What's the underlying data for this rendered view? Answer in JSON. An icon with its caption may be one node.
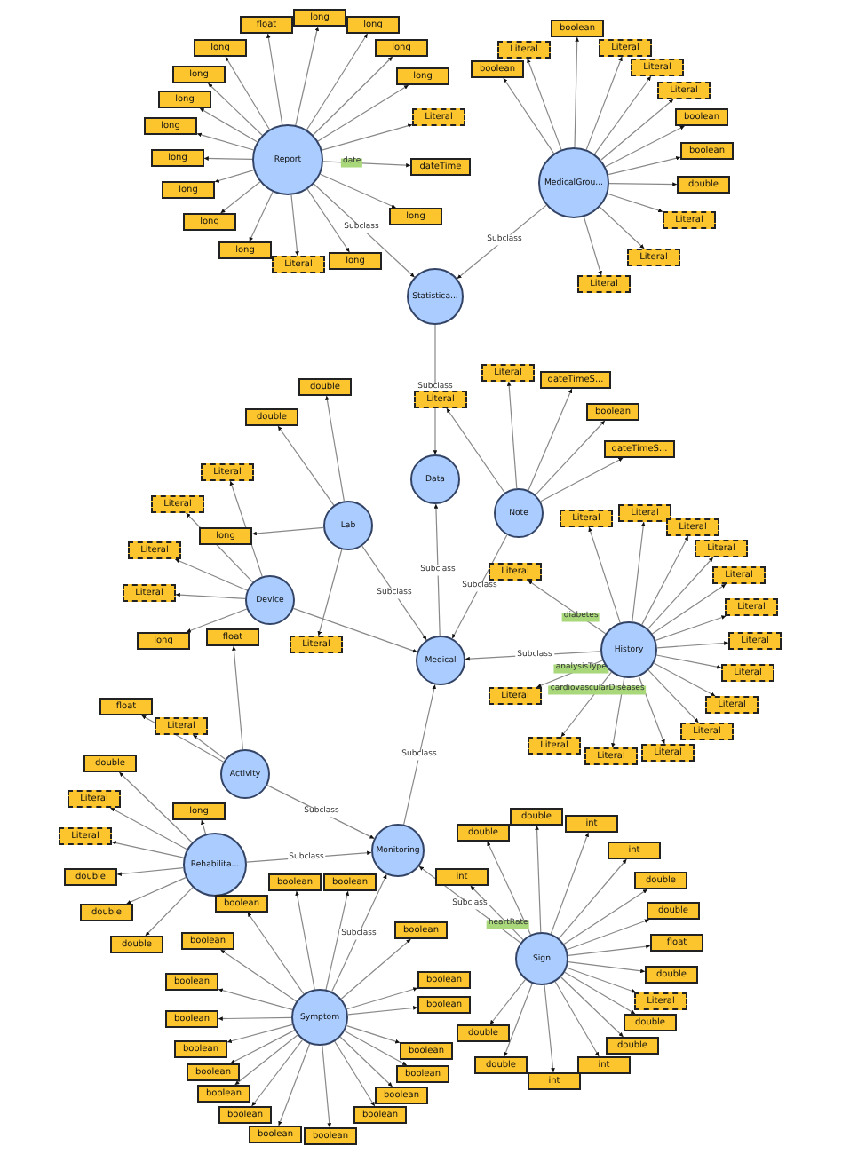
{
  "diagram": {
    "nodes": [
      {
        "text": [
          "Report"
        ]
      },
      {
        "text": [
          "MedicalGrou..."
        ]
      },
      {
        "text": [
          "Statistica..."
        ]
      },
      {
        "text": [
          "Data"
        ]
      },
      {
        "text": [
          "Lab"
        ]
      },
      {
        "text": [
          "Note"
        ]
      },
      {
        "text": [
          "Device"
        ]
      },
      {
        "text": [
          "Medical"
        ]
      },
      {
        "text": [
          "History"
        ]
      },
      {
        "text": [
          "Activity"
        ]
      },
      {
        "text": [
          "Rehabilita..."
        ]
      },
      {
        "text": [
          "Monitoring"
        ]
      },
      {
        "text": [
          "Symptom"
        ]
      },
      {
        "text": [
          "Sign"
        ]
      },
      {
        "text": [
          "long"
        ]
      },
      {
        "text": [
          "float"
        ]
      },
      {
        "text": [
          "long"
        ]
      },
      {
        "text": [
          "long"
        ]
      },
      {
        "text": [
          "long"
        ]
      },
      {
        "text": [
          "long"
        ]
      },
      {
        "text": [
          "long"
        ]
      },
      {
        "text": [
          "Literal"
        ]
      },
      {
        "text": [
          "long"
        ]
      },
      {
        "text": [
          "long"
        ]
      },
      {
        "text": [
          "dateTime"
        ]
      },
      {
        "text": [
          "long"
        ]
      },
      {
        "text": [
          "long"
        ]
      },
      {
        "text": [
          "long"
        ]
      },
      {
        "text": [
          "long"
        ]
      },
      {
        "text": [
          "long"
        ]
      },
      {
        "text": [
          "Literal"
        ]
      },
      {
        "text": [
          "long"
        ]
      },
      {
        "text": [
          "boolean"
        ]
      },
      {
        "text": [
          "Literal"
        ]
      },
      {
        "text": [
          "boolean"
        ]
      },
      {
        "text": [
          "Literal"
        ]
      },
      {
        "text": [
          "Literal"
        ]
      },
      {
        "text": [
          "Literal"
        ]
      },
      {
        "text": [
          "boolean"
        ]
      },
      {
        "text": [
          "boolean"
        ]
      },
      {
        "text": [
          "double"
        ]
      },
      {
        "text": [
          "Literal"
        ]
      },
      {
        "text": [
          "Literal"
        ]
      },
      {
        "text": [
          "Literal"
        ]
      },
      {
        "text": [
          "Literal"
        ]
      },
      {
        "text": [
          "Literal"
        ]
      },
      {
        "text": [
          "dateTimeS..."
        ]
      },
      {
        "text": [
          "boolean"
        ]
      },
      {
        "text": [
          "dateTimeS..."
        ]
      },
      {
        "text": [
          "double"
        ]
      },
      {
        "text": [
          "double"
        ]
      },
      {
        "text": [
          "Literal"
        ]
      },
      {
        "text": [
          "Literal"
        ]
      },
      {
        "text": [
          "long"
        ]
      },
      {
        "text": [
          "Literal"
        ]
      },
      {
        "text": [
          "Literal"
        ]
      },
      {
        "text": [
          "Literal"
        ]
      },
      {
        "text": [
          "long"
        ]
      },
      {
        "text": [
          "float"
        ]
      },
      {
        "text": [
          "Literal"
        ]
      },
      {
        "text": [
          "Literal"
        ]
      },
      {
        "text": [
          "Literal"
        ]
      },
      {
        "text": [
          "Literal"
        ]
      },
      {
        "text": [
          "Literal"
        ]
      },
      {
        "text": [
          "Literal"
        ]
      },
      {
        "text": [
          "Literal"
        ]
      },
      {
        "text": [
          "Literal"
        ]
      },
      {
        "text": [
          "Literal"
        ]
      },
      {
        "text": [
          "Literal"
        ]
      },
      {
        "text": [
          "Literal"
        ]
      },
      {
        "text": [
          "Literal"
        ]
      },
      {
        "text": [
          "Literal"
        ]
      },
      {
        "text": [
          "Literal"
        ]
      },
      {
        "text": [
          "Literal"
        ]
      },
      {
        "text": [
          "float"
        ]
      },
      {
        "text": [
          "Literal"
        ]
      },
      {
        "text": [
          "double"
        ]
      },
      {
        "text": [
          "Literal"
        ]
      },
      {
        "text": [
          "Literal"
        ]
      },
      {
        "text": [
          "long"
        ]
      },
      {
        "text": [
          "double"
        ]
      },
      {
        "text": [
          "double"
        ]
      },
      {
        "text": [
          "double"
        ]
      },
      {
        "text": [
          "double"
        ]
      },
      {
        "text": [
          "double"
        ]
      },
      {
        "text": [
          "int"
        ]
      },
      {
        "text": [
          "int"
        ]
      },
      {
        "text": [
          "int"
        ]
      },
      {
        "text": [
          "double"
        ]
      },
      {
        "text": [
          "double"
        ]
      },
      {
        "text": [
          "float"
        ]
      },
      {
        "text": [
          "double"
        ]
      },
      {
        "text": [
          "Literal"
        ]
      },
      {
        "text": [
          "double"
        ]
      },
      {
        "text": [
          "double"
        ]
      },
      {
        "text": [
          "int"
        ]
      },
      {
        "text": [
          "int"
        ]
      },
      {
        "text": [
          "double"
        ]
      },
      {
        "text": [
          "double"
        ]
      },
      {
        "text": [
          "boolean"
        ]
      },
      {
        "text": [
          "boolean"
        ]
      },
      {
        "text": [
          "boolean"
        ]
      },
      {
        "text": [
          "boolean"
        ]
      },
      {
        "text": [
          "boolean"
        ]
      },
      {
        "text": [
          "boolean"
        ]
      },
      {
        "text": [
          "boolean"
        ]
      },
      {
        "text": [
          "boolean"
        ]
      },
      {
        "text": [
          "boolean"
        ]
      },
      {
        "text": [
          "boolean"
        ]
      },
      {
        "text": [
          "boolean"
        ]
      },
      {
        "text": [
          "boolean"
        ]
      },
      {
        "text": [
          "boolean"
        ]
      },
      {
        "text": [
          "boolean"
        ]
      },
      {
        "text": [
          "boolean"
        ]
      },
      {
        "text": [
          "boolean"
        ]
      },
      {
        "text": [
          "boolean"
        ]
      },
      {
        "text": [
          "boolean"
        ]
      },
      {
        "text": [
          "boolean"
        ]
      }
    ],
    "edges": [
      {
        "from": 0,
        "to": 2,
        "arrow": "to",
        "label": "Subclass"
      },
      {
        "from": 1,
        "to": 2,
        "arrow": "to",
        "label": "Subclass"
      },
      {
        "from": 2,
        "to": 3,
        "arrow": "to",
        "label": "Subclass"
      },
      {
        "from": 7,
        "to": 3,
        "arrow": "to",
        "label": "Subclass"
      },
      {
        "from": 4,
        "to": 7,
        "arrow": "to",
        "label": "Subclass"
      },
      {
        "from": 5,
        "to": 7,
        "arrow": "to",
        "label": "Subclass"
      },
      {
        "from": 6,
        "to": 7,
        "arrow": "to"
      },
      {
        "from": 8,
        "to": 7,
        "arrow": "to",
        "label": "Subclass"
      },
      {
        "from": 11,
        "to": 7,
        "arrow": "to",
        "label": "Subclass"
      },
      {
        "from": 9,
        "to": 11,
        "arrow": "to",
        "label": "Subclass"
      },
      {
        "from": 10,
        "to": 11,
        "arrow": "to",
        "label": "Subclass"
      },
      {
        "from": 12,
        "to": 11,
        "arrow": "to",
        "label": "Subclass"
      },
      {
        "from": 13,
        "to": 11,
        "arrow": "to",
        "label": "Subclass"
      },
      {
        "from": 0,
        "to": 14,
        "arrow": "to"
      },
      {
        "from": 0,
        "to": 15,
        "arrow": "to"
      },
      {
        "from": 0,
        "to": 16,
        "arrow": "to"
      },
      {
        "from": 0,
        "to": 17,
        "arrow": "to"
      },
      {
        "from": 0,
        "to": 18,
        "arrow": "to"
      },
      {
        "from": 0,
        "to": 19,
        "arrow": "to"
      },
      {
        "from": 0,
        "to": 20,
        "arrow": "to"
      },
      {
        "from": 0,
        "to": 21,
        "arrow": "to"
      },
      {
        "from": 0,
        "to": 22,
        "arrow": "to"
      },
      {
        "from": 0,
        "to": 23,
        "arrow": "to"
      },
      {
        "from": 0,
        "to": 24,
        "arrow": "to",
        "label": "date"
      },
      {
        "from": 0,
        "to": 25,
        "arrow": "to"
      },
      {
        "from": 0,
        "to": 26,
        "arrow": "to"
      },
      {
        "from": 0,
        "to": 27,
        "arrow": "to"
      },
      {
        "from": 0,
        "to": 28,
        "arrow": "to"
      },
      {
        "from": 0,
        "to": 29,
        "arrow": "to"
      },
      {
        "from": 0,
        "to": 30,
        "arrow": "to"
      },
      {
        "from": 0,
        "to": 31,
        "arrow": "to"
      },
      {
        "from": 1,
        "to": 32,
        "arrow": "to"
      },
      {
        "from": 1,
        "to": 33,
        "arrow": "to"
      },
      {
        "from": 1,
        "to": 34,
        "arrow": "to"
      },
      {
        "from": 1,
        "to": 35,
        "arrow": "to"
      },
      {
        "from": 1,
        "to": 36,
        "arrow": "to"
      },
      {
        "from": 1,
        "to": 37,
        "arrow": "to"
      },
      {
        "from": 1,
        "to": 38,
        "arrow": "to"
      },
      {
        "from": 1,
        "to": 39,
        "arrow": "to"
      },
      {
        "from": 1,
        "to": 40,
        "arrow": "to"
      },
      {
        "from": 1,
        "to": 41,
        "arrow": "to"
      },
      {
        "from": 1,
        "to": 42,
        "arrow": "to"
      },
      {
        "from": 1,
        "to": 43,
        "arrow": "to"
      },
      {
        "from": 5,
        "to": 44,
        "arrow": "to"
      },
      {
        "from": 5,
        "to": 45,
        "arrow": "to"
      },
      {
        "from": 5,
        "to": 46,
        "arrow": "to"
      },
      {
        "from": 5,
        "to": 47,
        "arrow": "to"
      },
      {
        "from": 5,
        "to": 48,
        "arrow": "to"
      },
      {
        "from": 4,
        "to": 49,
        "arrow": "to"
      },
      {
        "from": 4,
        "to": 50,
        "arrow": "to"
      },
      {
        "from": 4,
        "to": 53,
        "arrow": "to"
      },
      {
        "from": 4,
        "to": 56,
        "arrow": "to"
      },
      {
        "from": 6,
        "to": 51,
        "arrow": "to"
      },
      {
        "from": 6,
        "to": 52,
        "arrow": "to"
      },
      {
        "from": 6,
        "to": 54,
        "arrow": "to"
      },
      {
        "from": 6,
        "to": 55,
        "arrow": "to"
      },
      {
        "from": 6,
        "to": 57,
        "arrow": "to"
      },
      {
        "from": 9,
        "to": 58,
        "arrow": "to"
      },
      {
        "from": 9,
        "to": 75,
        "arrow": "to"
      },
      {
        "from": 8,
        "to": 59,
        "arrow": "to"
      },
      {
        "from": 8,
        "to": 60,
        "arrow": "to"
      },
      {
        "from": 8,
        "to": 61,
        "arrow": "to"
      },
      {
        "from": 8,
        "to": 62,
        "arrow": "to"
      },
      {
        "from": 8,
        "to": 63,
        "arrow": "to"
      },
      {
        "from": 8,
        "to": 64,
        "arrow": "to",
        "label": "diabetes"
      },
      {
        "from": 8,
        "to": 65,
        "arrow": "to"
      },
      {
        "from": 8,
        "to": 66,
        "arrow": "to"
      },
      {
        "from": 8,
        "to": 67,
        "arrow": "to",
        "label": "analysisType"
      },
      {
        "from": 8,
        "to": 68,
        "arrow": "to"
      },
      {
        "from": 8,
        "to": 69,
        "arrow": "to"
      },
      {
        "from": 8,
        "to": 70,
        "arrow": "to",
        "label": "cardiovascularDiseases"
      },
      {
        "from": 8,
        "to": 71,
        "arrow": "to"
      },
      {
        "from": 8,
        "to": 72,
        "arrow": "to"
      },
      {
        "from": 8,
        "to": 73,
        "arrow": "to"
      },
      {
        "from": 9,
        "to": 74,
        "arrow": "to"
      },
      {
        "from": 10,
        "to": 76,
        "arrow": "to"
      },
      {
        "from": 10,
        "to": 77,
        "arrow": "to"
      },
      {
        "from": 10,
        "to": 78,
        "arrow": "to"
      },
      {
        "from": 10,
        "to": 79,
        "arrow": "to"
      },
      {
        "from": 10,
        "to": 80,
        "arrow": "to"
      },
      {
        "from": 10,
        "to": 81,
        "arrow": "to"
      },
      {
        "from": 10,
        "to": 82,
        "arrow": "to"
      },
      {
        "from": 13,
        "to": 83,
        "arrow": "to"
      },
      {
        "from": 13,
        "to": 84,
        "arrow": "to"
      },
      {
        "from": 13,
        "to": 85,
        "arrow": "to"
      },
      {
        "from": 13,
        "to": 86,
        "arrow": "to"
      },
      {
        "from": 13,
        "to": 87,
        "arrow": "to",
        "label": "heartRate"
      },
      {
        "from": 13,
        "to": 88,
        "arrow": "to"
      },
      {
        "from": 13,
        "to": 89,
        "arrow": "to"
      },
      {
        "from": 13,
        "to": 90,
        "arrow": "to"
      },
      {
        "from": 13,
        "to": 91,
        "arrow": "to"
      },
      {
        "from": 13,
        "to": 92,
        "arrow": "to"
      },
      {
        "from": 13,
        "to": 93,
        "arrow": "to"
      },
      {
        "from": 13,
        "to": 94,
        "arrow": "to"
      },
      {
        "from": 13,
        "to": 95,
        "arrow": "to"
      },
      {
        "from": 13,
        "to": 96,
        "arrow": "to"
      },
      {
        "from": 13,
        "to": 97,
        "arrow": "to"
      },
      {
        "from": 13,
        "to": 98,
        "arrow": "to"
      },
      {
        "from": 12,
        "to": 99,
        "arrow": "to"
      },
      {
        "from": 12,
        "to": 100,
        "arrow": "to"
      },
      {
        "from": 12,
        "to": 101,
        "arrow": "to"
      },
      {
        "from": 12,
        "to": 102,
        "arrow": "to"
      },
      {
        "from": 12,
        "to": 103,
        "arrow": "to"
      },
      {
        "from": 12,
        "to": 104,
        "arrow": "to"
      },
      {
        "from": 12,
        "to": 105,
        "arrow": "to"
      },
      {
        "from": 12,
        "to": 106,
        "arrow": "to"
      },
      {
        "from": 12,
        "to": 107,
        "arrow": "to"
      },
      {
        "from": 12,
        "to": 108,
        "arrow": "to"
      },
      {
        "from": 12,
        "to": 109,
        "arrow": "to"
      },
      {
        "from": 12,
        "to": 110,
        "arrow": "to"
      },
      {
        "from": 12,
        "to": 111,
        "arrow": "to"
      },
      {
        "from": 12,
        "to": 112,
        "arrow": "to"
      },
      {
        "from": 12,
        "to": 113,
        "arrow": "to"
      },
      {
        "from": 12,
        "to": 114,
        "arrow": "to"
      },
      {
        "from": 12,
        "to": 115,
        "arrow": "to"
      },
      {
        "from": 12,
        "to": 116,
        "arrow": "to"
      },
      {
        "from": 12,
        "to": 117,
        "arrow": "to"
      }
    ]
  }
}
